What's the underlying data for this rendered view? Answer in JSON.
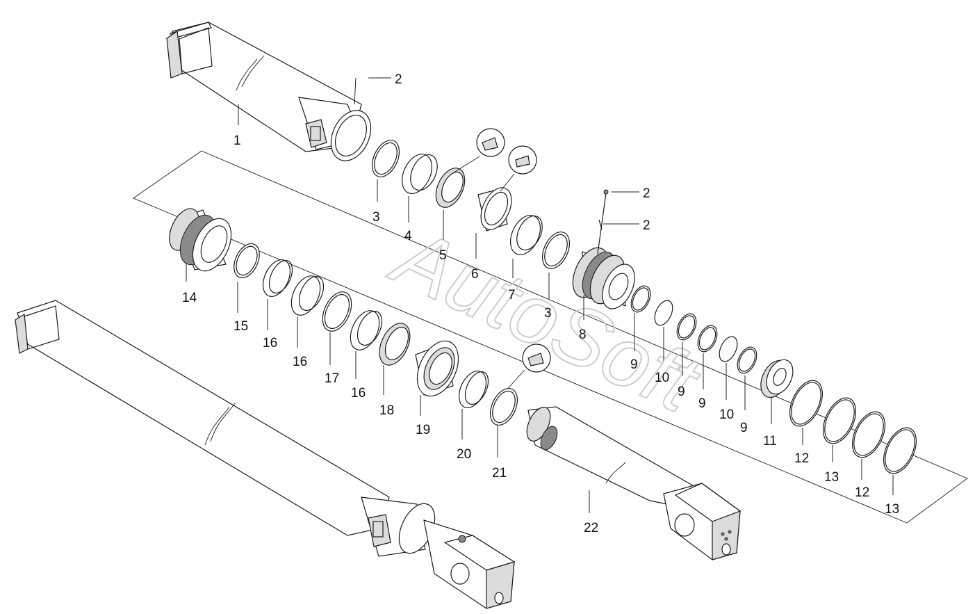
{
  "watermark": "AutoSoft",
  "callouts": {
    "c1": "1",
    "c2a": "2",
    "c2b": "2",
    "c2c": "2",
    "c3a": "3",
    "c3b": "3",
    "c4": "4",
    "c5": "5",
    "c6": "6",
    "c7": "7",
    "c8": "8",
    "c9a": "9",
    "c9b": "9",
    "c9c": "9",
    "c9d": "9",
    "c10a": "10",
    "c10b": "10",
    "c11": "11",
    "c12a": "12",
    "c12b": "12",
    "c13a": "13",
    "c13b": "13",
    "c14": "14",
    "c15": "15",
    "c16a": "16",
    "c16b": "16",
    "c16c": "16",
    "c17": "17",
    "c18": "18",
    "c19": "19",
    "c20": "20",
    "c21": "21",
    "c22": "22"
  }
}
